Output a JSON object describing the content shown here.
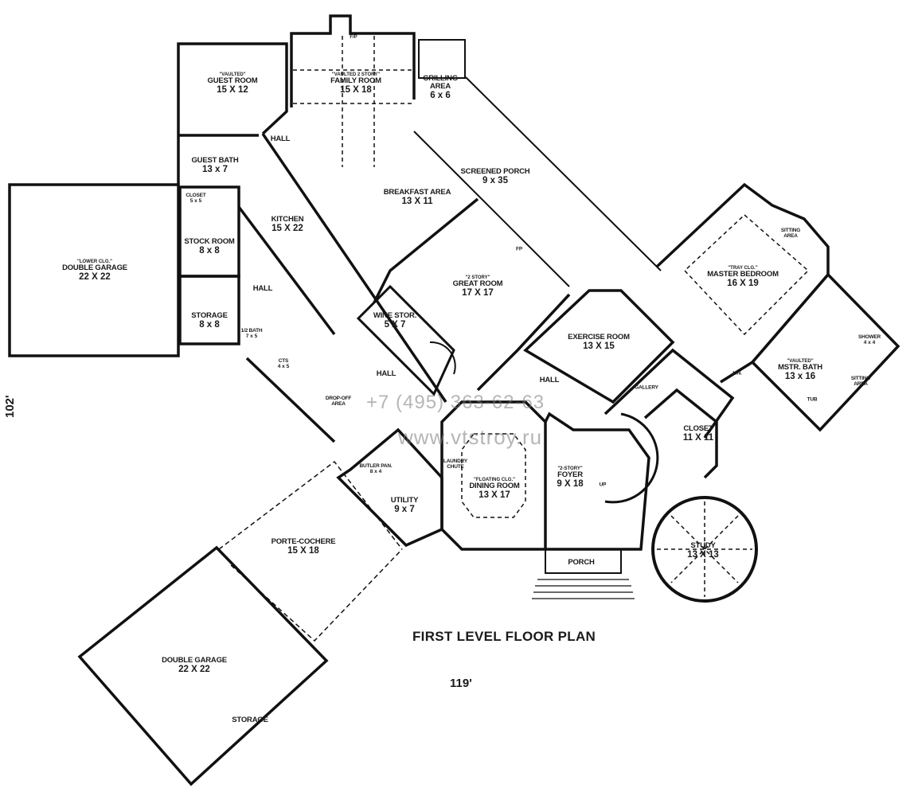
{
  "plan_title": "FIRST LEVEL FLOOR PLAN",
  "dimensions": {
    "width": "119'",
    "depth": "102'"
  },
  "watermark": {
    "phone": "+7 (495) 363-62-63",
    "site": "www.vtstroy.ru"
  },
  "rooms": {
    "guest_room": {
      "ceiling": "\"VAULTED\"",
      "name": "GUEST ROOM",
      "size": "15 X 12"
    },
    "family_room": {
      "ceiling": "\"VAULTED 2 STORY\"",
      "name": "FAMILY ROOM",
      "size": "15 X 18",
      "fireplace": "F/P"
    },
    "grilling_area": {
      "name": "GRILLING AREA",
      "size": "6 x 6"
    },
    "hall_1": {
      "name": "HALL"
    },
    "guest_bath": {
      "name": "GUEST BATH",
      "size": "13 x 7"
    },
    "closet_small": {
      "name": "CLOSET",
      "size": "5 x 5"
    },
    "screened_porch": {
      "name": "SCREENED PORCH",
      "size": "9 x 35"
    },
    "breakfast_area": {
      "name": "BREAKFAST AREA",
      "size": "13 X 11"
    },
    "kitchen": {
      "name": "KITCHEN",
      "size": "15 X 22"
    },
    "lower_garage": {
      "ceiling": "\"LOWER CLG.\"",
      "name": "DOUBLE GARAGE",
      "size": "22 X 22"
    },
    "stock_room": {
      "name": "STOCK ROOM",
      "size": "8 x 8"
    },
    "hall_2": {
      "name": "HALL"
    },
    "storage_1": {
      "name": "STORAGE",
      "size": "8 x 8"
    },
    "half_bath": {
      "name": "1/2 BATH",
      "size": "7 x 5"
    },
    "cts": {
      "name": "CTS",
      "size": "4 x 5"
    },
    "great_room": {
      "ceiling": "\"2 STORY\"",
      "name": "GREAT ROOM",
      "size": "17 X 17",
      "fireplace": "FP"
    },
    "wine_storage": {
      "name": "WINE STOR.",
      "size": "5 X 7"
    },
    "hall_3": {
      "name": "HALL"
    },
    "hall_4": {
      "name": "HALL"
    },
    "drop_off": {
      "name": "DROP-OFF AREA"
    },
    "butlers_pantry": {
      "name": "BUTLER PAN.",
      "size": "8 x 4"
    },
    "laundry_chute": {
      "name": "LAUNDRY CHUTE"
    },
    "utility": {
      "name": "UTILITY",
      "size": "9 x 7"
    },
    "dining_room": {
      "ceiling": "\"FLOATING CLG.\"",
      "name": "DINING ROOM",
      "size": "13 X 17"
    },
    "foyer": {
      "ceiling": "\"2-STORY\"",
      "name": "FOYER",
      "size": "9 X 18",
      "stair_up": "UP"
    },
    "porch": {
      "name": "PORCH"
    },
    "study": {
      "name": "STUDY",
      "size": "13 X 13"
    },
    "exercise_room": {
      "name": "EXERCISE ROOM",
      "size": "13 X 15"
    },
    "gallery": {
      "name": "GALLERY"
    },
    "closet_main": {
      "name": "CLOSET",
      "size": "11 X 11"
    },
    "master_bedroom": {
      "ceiling": "\"TRAY CLG.\"",
      "name": "MASTER BEDROOM",
      "size": "16 X 19"
    },
    "sitting_area_1": {
      "name": "SITTING AREA"
    },
    "master_bath": {
      "ceiling": "\"VAULTED\"",
      "name": "MSTR. BATH",
      "size": "13 x 16",
      "tub": "TUB"
    },
    "sitting_area_2": {
      "name": "SITTING AREA"
    },
    "shower": {
      "name": "SHOWER",
      "size": "4 x 4"
    },
    "lin": {
      "name": "LIN."
    },
    "porte_cochere": {
      "name": "PORTE-COCHERE",
      "size": "15 X 18"
    },
    "garage": {
      "name": "DOUBLE GARAGE",
      "size": "22 X 22"
    },
    "storage_2": {
      "name": "STORAGE"
    }
  }
}
